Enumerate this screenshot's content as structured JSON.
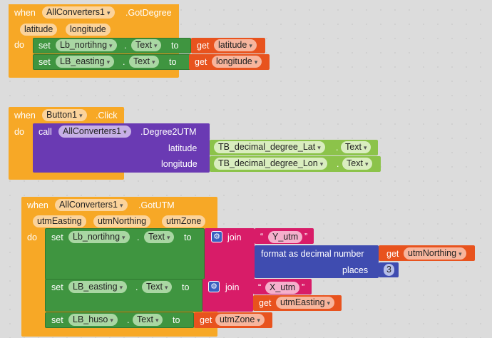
{
  "block1": {
    "when": "when",
    "component": "AllConverters1",
    "event": ".GotDegree",
    "params": [
      "latitude",
      "longitude"
    ],
    "do": "do",
    "set1": {
      "set": "set",
      "target": "Lb_nortihng",
      "prop": "Text",
      "to": "to",
      "get": "get",
      "var": "latitude"
    },
    "set2": {
      "set": "set",
      "target": "LB_easting",
      "prop": "Text",
      "to": "to",
      "get": "get",
      "var": "longitude"
    }
  },
  "block2": {
    "when": "when",
    "component": "Button1",
    "event": ".Click",
    "do": "do",
    "call": "call",
    "callComponent": "AllConverters1",
    "method": ".Degree2UTM",
    "arg1": {
      "label": "latitude",
      "comp": "TB_decimal_degree_Lat",
      "prop": "Text"
    },
    "arg2": {
      "label": "longitude",
      "comp": "TB_decimal_degree_Lon",
      "prop": "Text"
    }
  },
  "block3": {
    "when": "when",
    "component": "AllConverters1",
    "event": ".GotUTM",
    "params": [
      "utmEasting",
      "utmNorthing",
      "utmZone"
    ],
    "do": "do",
    "set1": {
      "set": "set",
      "target": "Lb_nortihng",
      "prop": "Text",
      "to": "to",
      "join": "join",
      "str": "Y_utm",
      "format": "format as decimal number",
      "get": "get",
      "var": "utmNorthing",
      "places": "places",
      "placesValue": "3"
    },
    "set2": {
      "set": "set",
      "target": "LB_easting",
      "prop": "Text",
      "to": "to",
      "join": "join",
      "str": "X_utm",
      "get": "get",
      "var": "utmEasting"
    },
    "set3": {
      "set": "set",
      "target": "LB_huso",
      "prop": "Text",
      "to": "to",
      "get": "get",
      "var": "utmZone"
    }
  },
  "colors": {
    "event": "#f7a826",
    "setter": "#3f9540",
    "call": "#6a3ab3",
    "getterComp": "#8cc34a",
    "getVar": "#e8531e",
    "text": "#d81c68",
    "math": "#3f4cb0"
  },
  "icons": {
    "dropdown": "▾",
    "gear": "⚙",
    "quoteOpen": "“",
    "quoteClose": "”"
  }
}
